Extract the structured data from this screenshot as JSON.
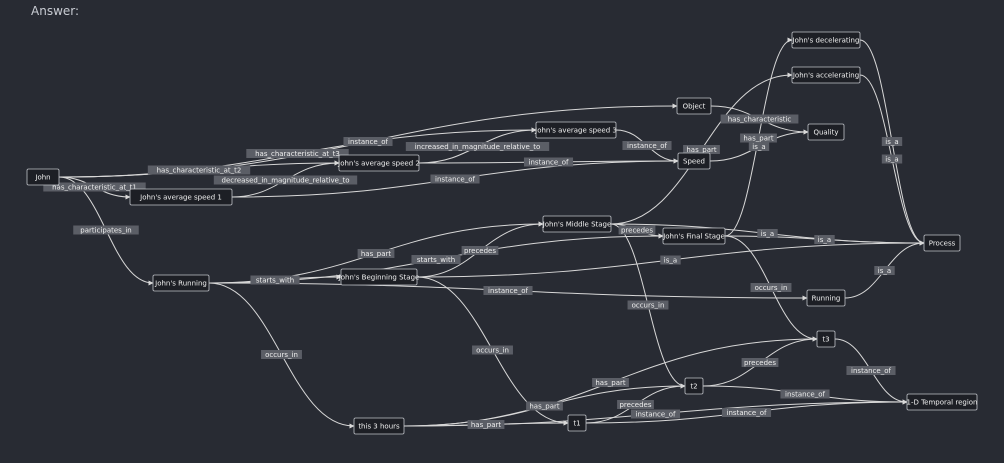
{
  "header": {
    "title": "Answer:"
  },
  "colors": {
    "background": "#282b33",
    "edge": "#d8d8d8",
    "node_fill": "#1d1f25",
    "label_bg": "#5b5e66"
  },
  "diagram": {
    "nodes": [
      {
        "id": "john",
        "label": "John"
      },
      {
        "id": "avg1",
        "label": "John's average speed 1"
      },
      {
        "id": "avg2",
        "label": "John's average speed 2"
      },
      {
        "id": "avg3",
        "label": "John's average speed 3"
      },
      {
        "id": "object",
        "label": "Object"
      },
      {
        "id": "speed",
        "label": "Speed"
      },
      {
        "id": "quality",
        "label": "Quality"
      },
      {
        "id": "decel",
        "label": "John's decelerating"
      },
      {
        "id": "accel",
        "label": "John's accelerating"
      },
      {
        "id": "running",
        "label": "John's Running"
      },
      {
        "id": "middle",
        "label": "John's Middle Stage"
      },
      {
        "id": "final",
        "label": "John's Final Stage"
      },
      {
        "id": "beginning",
        "label": "John's Beginning Stage"
      },
      {
        "id": "process",
        "label": "Process"
      },
      {
        "id": "runningcls",
        "label": "Running"
      },
      {
        "id": "t3",
        "label": "t3"
      },
      {
        "id": "t2",
        "label": "t2"
      },
      {
        "id": "t1",
        "label": "t1"
      },
      {
        "id": "hours",
        "label": "this 3 hours"
      },
      {
        "id": "temporal",
        "label": "1-D Temporal region"
      }
    ],
    "edges": [
      {
        "from": "john",
        "to": "object",
        "label": "instance_of"
      },
      {
        "from": "john",
        "to": "avg3",
        "label": "has_characteristic_at_t3"
      },
      {
        "from": "john",
        "to": "avg2",
        "label": "has_characteristic_at_t2"
      },
      {
        "from": "john",
        "to": "avg1",
        "label": "has_characteristic_at_t1"
      },
      {
        "from": "john",
        "to": "running",
        "label": "participates_in"
      },
      {
        "from": "avg1",
        "to": "avg2",
        "label": "decreased_in_magnitude_relative_to"
      },
      {
        "from": "avg2",
        "to": "avg3",
        "label": "increased_in_magnitude_relative_to"
      },
      {
        "from": "avg1",
        "to": "speed",
        "label": "instance_of"
      },
      {
        "from": "avg2",
        "to": "speed",
        "label": "instance_of"
      },
      {
        "from": "avg3",
        "to": "speed",
        "label": "instance_of"
      },
      {
        "from": "object",
        "to": "quality",
        "label": "has_characteristic"
      },
      {
        "from": "speed",
        "to": "quality",
        "label": "is_a"
      },
      {
        "from": "middle",
        "to": "accel",
        "label": "has_part"
      },
      {
        "from": "final",
        "to": "decel",
        "label": "has_part"
      },
      {
        "from": "decel",
        "to": "process",
        "label": "is_a"
      },
      {
        "from": "accel",
        "to": "process",
        "label": "is_a"
      },
      {
        "from": "running",
        "to": "middle",
        "label": "has_part"
      },
      {
        "from": "running",
        "to": "final",
        "label": "starts_with"
      },
      {
        "from": "running",
        "to": "beginning",
        "label": "starts_with"
      },
      {
        "from": "running",
        "to": "runningcls",
        "label": "instance_of"
      },
      {
        "from": "running",
        "to": "hours",
        "label": "occurs_in"
      },
      {
        "from": "beginning",
        "to": "middle",
        "label": "precedes"
      },
      {
        "from": "middle",
        "to": "final",
        "label": "precedes"
      },
      {
        "from": "final",
        "to": "process",
        "label": "is_a"
      },
      {
        "from": "middle",
        "to": "process",
        "label": "is_a"
      },
      {
        "from": "beginning",
        "to": "process",
        "label": "is_a"
      },
      {
        "from": "runningcls",
        "to": "process",
        "label": "is_a"
      },
      {
        "from": "final",
        "to": "t3",
        "label": "occurs_in"
      },
      {
        "from": "middle",
        "to": "t2",
        "label": "occurs_in"
      },
      {
        "from": "beginning",
        "to": "t1",
        "label": "occurs_in"
      },
      {
        "from": "t1",
        "to": "t2",
        "label": "precedes"
      },
      {
        "from": "t2",
        "to": "t3",
        "label": "precedes"
      },
      {
        "from": "hours",
        "to": "t3",
        "label": "has_part"
      },
      {
        "from": "hours",
        "to": "t2",
        "label": "has_part"
      },
      {
        "from": "hours",
        "to": "t1",
        "label": "has_part"
      },
      {
        "from": "t3",
        "to": "temporal",
        "label": "instance_of"
      },
      {
        "from": "t2",
        "to": "temporal",
        "label": "instance_of"
      },
      {
        "from": "t1",
        "to": "temporal",
        "label": "instance_of"
      },
      {
        "from": "hours",
        "to": "temporal",
        "label": "instance_of"
      }
    ]
  }
}
